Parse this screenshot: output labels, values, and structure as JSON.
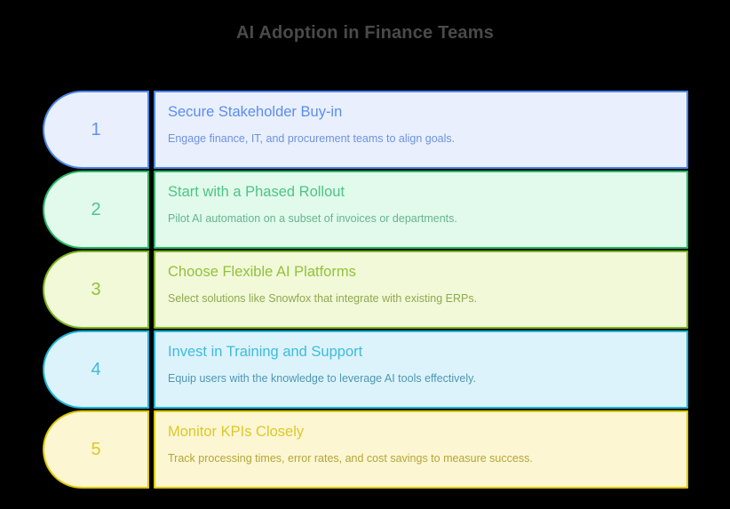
{
  "title": "AI Adoption in Finance Teams",
  "title_color": "#4a4a4a",
  "background_color": "#000000",
  "steps": [
    {
      "number": "1",
      "heading": "Secure Stakeholder Buy-in",
      "description": "Engage finance, IT, and procurement teams to align goals.",
      "accent_color": "#4e86ea",
      "fill_color": "#e9effd",
      "heading_color": "#5b8df0",
      "description_color": "#6d93e0",
      "number_color": "#6093ee"
    },
    {
      "number": "2",
      "heading": "Start with a Phased Rollout",
      "description": "Pilot AI automation on a subset of invoices or departments.",
      "accent_color": "#2cb665",
      "fill_color": "#e1faec",
      "heading_color": "#4dc585",
      "description_color": "#67b58d",
      "number_color": "#4dc585"
    },
    {
      "number": "3",
      "heading": "Choose Flexible AI Platforms",
      "description": "Select solutions like Snowfox that integrate with existing ERPs.",
      "accent_color": "#7ab521",
      "fill_color": "#f2f9d9",
      "heading_color": "#93c13a",
      "description_color": "#8aa css",
      "description_color_fix": "#8daa4e",
      "number_color": "#93c13a"
    },
    {
      "number": "4",
      "heading": "Invest in Training and Support",
      "description": "Equip users with the knowledge to leverage AI tools effectively.",
      "accent_color": "#1eb4d8",
      "fill_color": "#ddf3fb",
      "heading_color": "#3dbbe0",
      "description_color": "#4d96b2",
      "number_color": "#3dbbe0"
    },
    {
      "number": "5",
      "heading": "Monitor KPIs Closely",
      "description": "Track processing times, error rates, and cost savings to measure success.",
      "accent_color": "#ddc808",
      "fill_color": "#fcf6d2",
      "heading_color": "#ddc82a",
      "description_color": "#b5a53a",
      "number_color": "#ddc82a"
    }
  ]
}
